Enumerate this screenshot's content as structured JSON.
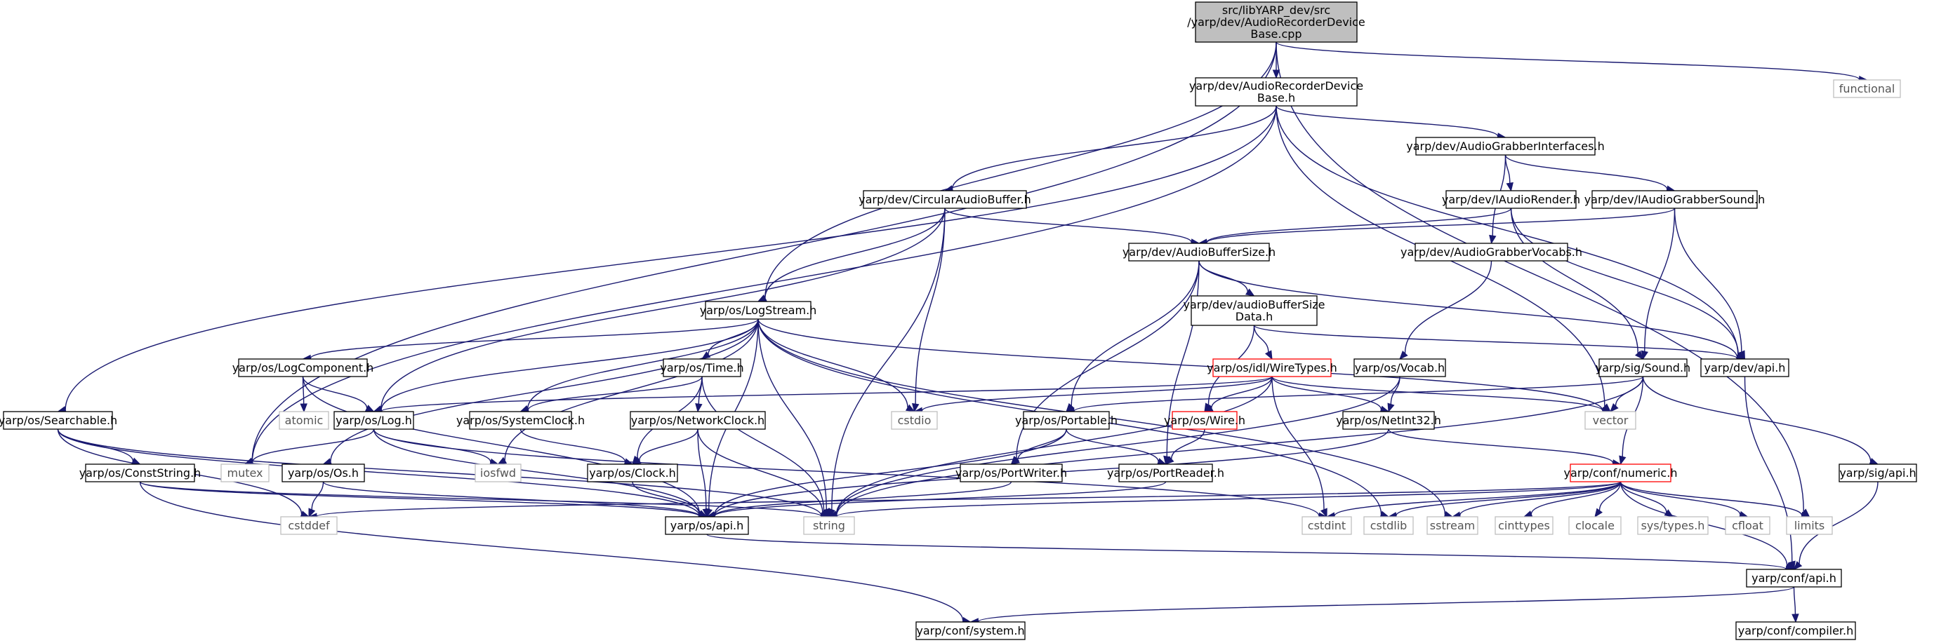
{
  "graph": {
    "title": "src/libYARP_dev/src/yarp/dev/AudioRecorderDeviceBase.cpp include graph",
    "colors": {
      "edge": "#191970",
      "root_fill": "#bfbfbf",
      "node_fill": "#ffffff",
      "node_border": "#000000",
      "external_border": "#bfbfbf",
      "external_text": "#555555",
      "truncated_border": "#ff0000"
    },
    "nodes": [
      {
        "id": "root",
        "lines": [
          "src/libYARP_dev/src",
          "/yarp/dev/AudioRecorderDevice",
          "Base.cpp"
        ],
        "kind": "root"
      },
      {
        "id": "functional",
        "lines": [
          "functional"
        ],
        "kind": "external"
      },
      {
        "id": "ardbh",
        "lines": [
          "yarp/dev/AudioRecorderDevice",
          "Base.h"
        ],
        "kind": "file"
      },
      {
        "id": "agi",
        "lines": [
          "yarp/dev/AudioGrabberInterfaces.h"
        ],
        "kind": "file"
      },
      {
        "id": "cab",
        "lines": [
          "yarp/dev/CircularAudioBuffer.h"
        ],
        "kind": "file"
      },
      {
        "id": "iar",
        "lines": [
          "yarp/dev/IAudioRender.h"
        ],
        "kind": "file"
      },
      {
        "id": "iags",
        "lines": [
          "yarp/dev/IAudioGrabberSound.h"
        ],
        "kind": "file"
      },
      {
        "id": "abs",
        "lines": [
          "yarp/dev/AudioBufferSize.h"
        ],
        "kind": "file"
      },
      {
        "id": "agv",
        "lines": [
          "yarp/dev/AudioGrabberVocabs.h"
        ],
        "kind": "file"
      },
      {
        "id": "logstream",
        "lines": [
          "yarp/os/LogStream.h"
        ],
        "kind": "file"
      },
      {
        "id": "absdata",
        "lines": [
          "yarp/dev/audioBufferSize",
          "Data.h"
        ],
        "kind": "file"
      },
      {
        "id": "devapi",
        "lines": [
          "yarp/dev/api.h"
        ],
        "kind": "file"
      },
      {
        "id": "logcomp",
        "lines": [
          "yarp/os/LogComponent.h"
        ],
        "kind": "file"
      },
      {
        "id": "time",
        "lines": [
          "yarp/os/Time.h"
        ],
        "kind": "file"
      },
      {
        "id": "wiretypes",
        "lines": [
          "yarp/os/idl/WireTypes.h"
        ],
        "kind": "truncated"
      },
      {
        "id": "vocab",
        "lines": [
          "yarp/os/Vocab.h"
        ],
        "kind": "file"
      },
      {
        "id": "sound",
        "lines": [
          "yarp/sig/Sound.h"
        ],
        "kind": "file"
      },
      {
        "id": "searchable",
        "lines": [
          "yarp/os/Searchable.h"
        ],
        "kind": "file"
      },
      {
        "id": "atomic",
        "lines": [
          "atomic"
        ],
        "kind": "external"
      },
      {
        "id": "log",
        "lines": [
          "yarp/os/Log.h"
        ],
        "kind": "file"
      },
      {
        "id": "sysclock",
        "lines": [
          "yarp/os/SystemClock.h"
        ],
        "kind": "file"
      },
      {
        "id": "netclock",
        "lines": [
          "yarp/os/NetworkClock.h"
        ],
        "kind": "file"
      },
      {
        "id": "cstdio",
        "lines": [
          "cstdio"
        ],
        "kind": "external"
      },
      {
        "id": "portable",
        "lines": [
          "yarp/os/Portable.h"
        ],
        "kind": "file"
      },
      {
        "id": "wire",
        "lines": [
          "yarp/os/Wire.h"
        ],
        "kind": "truncated"
      },
      {
        "id": "netint32",
        "lines": [
          "yarp/os/NetInt32.h"
        ],
        "kind": "file"
      },
      {
        "id": "vector",
        "lines": [
          "vector"
        ],
        "kind": "external"
      },
      {
        "id": "conststring",
        "lines": [
          "yarp/os/ConstString.h"
        ],
        "kind": "file"
      },
      {
        "id": "mutex",
        "lines": [
          "mutex"
        ],
        "kind": "external"
      },
      {
        "id": "osos",
        "lines": [
          "yarp/os/Os.h"
        ],
        "kind": "file"
      },
      {
        "id": "iosfwd",
        "lines": [
          "iosfwd"
        ],
        "kind": "external"
      },
      {
        "id": "clock",
        "lines": [
          "yarp/os/Clock.h"
        ],
        "kind": "file"
      },
      {
        "id": "portwriter",
        "lines": [
          "yarp/os/PortWriter.h"
        ],
        "kind": "file"
      },
      {
        "id": "portreader",
        "lines": [
          "yarp/os/PortReader.h"
        ],
        "kind": "file"
      },
      {
        "id": "numeric",
        "lines": [
          "yarp/conf/numeric.h"
        ],
        "kind": "truncated"
      },
      {
        "id": "sigapi",
        "lines": [
          "yarp/sig/api.h"
        ],
        "kind": "file"
      },
      {
        "id": "cstddef",
        "lines": [
          "cstddef"
        ],
        "kind": "external"
      },
      {
        "id": "osapi",
        "lines": [
          "yarp/os/api.h"
        ],
        "kind": "file"
      },
      {
        "id": "string",
        "lines": [
          "string"
        ],
        "kind": "external"
      },
      {
        "id": "cstdint",
        "lines": [
          "cstdint"
        ],
        "kind": "external"
      },
      {
        "id": "cstdlib",
        "lines": [
          "cstdlib"
        ],
        "kind": "external"
      },
      {
        "id": "sstream",
        "lines": [
          "sstream"
        ],
        "kind": "external"
      },
      {
        "id": "cinttypes",
        "lines": [
          "cinttypes"
        ],
        "kind": "external"
      },
      {
        "id": "clocale",
        "lines": [
          "clocale"
        ],
        "kind": "external"
      },
      {
        "id": "systypes",
        "lines": [
          "sys/types.h"
        ],
        "kind": "external"
      },
      {
        "id": "cfloat",
        "lines": [
          "cfloat"
        ],
        "kind": "external"
      },
      {
        "id": "limits",
        "lines": [
          "limits"
        ],
        "kind": "external"
      },
      {
        "id": "confapi",
        "lines": [
          "yarp/conf/api.h"
        ],
        "kind": "file"
      },
      {
        "id": "confsystem",
        "lines": [
          "yarp/conf/system.h"
        ],
        "kind": "file"
      },
      {
        "id": "confcompiler",
        "lines": [
          "yarp/conf/compiler.h"
        ],
        "kind": "file"
      }
    ],
    "edges": [
      [
        "root",
        "ardbh"
      ],
      [
        "root",
        "functional"
      ],
      [
        "root",
        "logstream"
      ],
      [
        "root",
        "mutex"
      ],
      [
        "root",
        "limits"
      ],
      [
        "ardbh",
        "agi"
      ],
      [
        "ardbh",
        "cab"
      ],
      [
        "ardbh",
        "searchable"
      ],
      [
        "ardbh",
        "mutex"
      ],
      [
        "ardbh",
        "vector"
      ],
      [
        "ardbh",
        "devapi"
      ],
      [
        "agi",
        "iar"
      ],
      [
        "agi",
        "iags"
      ],
      [
        "agi",
        "agv"
      ],
      [
        "cab",
        "abs"
      ],
      [
        "cab",
        "logstream"
      ],
      [
        "cab",
        "log"
      ],
      [
        "cab",
        "cstdio"
      ],
      [
        "cab",
        "string"
      ],
      [
        "iar",
        "abs"
      ],
      [
        "iar",
        "sound"
      ],
      [
        "iar",
        "devapi"
      ],
      [
        "iags",
        "abs"
      ],
      [
        "iags",
        "sound"
      ],
      [
        "iags",
        "devapi"
      ],
      [
        "agv",
        "vocab"
      ],
      [
        "abs",
        "absdata"
      ],
      [
        "abs",
        "devapi"
      ],
      [
        "abs",
        "portable"
      ],
      [
        "abs",
        "portwriter"
      ],
      [
        "abs",
        "portreader"
      ],
      [
        "absdata",
        "wiretypes"
      ],
      [
        "absdata",
        "wire"
      ],
      [
        "absdata",
        "devapi"
      ],
      [
        "logstream",
        "logcomp"
      ],
      [
        "logstream",
        "time"
      ],
      [
        "logstream",
        "log"
      ],
      [
        "logstream",
        "sysclock"
      ],
      [
        "logstream",
        "osos"
      ],
      [
        "logstream",
        "iosfwd"
      ],
      [
        "logstream",
        "cstdio"
      ],
      [
        "logstream",
        "vector"
      ],
      [
        "logstream",
        "osapi"
      ],
      [
        "logstream",
        "string"
      ],
      [
        "logstream",
        "cstdlib"
      ],
      [
        "logstream",
        "sstream"
      ],
      [
        "logcomp",
        "atomic"
      ],
      [
        "logcomp",
        "log"
      ],
      [
        "logcomp",
        "osapi"
      ],
      [
        "time",
        "sysclock"
      ],
      [
        "time",
        "netclock"
      ],
      [
        "time",
        "clock"
      ],
      [
        "time",
        "string"
      ],
      [
        "log",
        "mutex"
      ],
      [
        "log",
        "iosfwd"
      ],
      [
        "log",
        "osapi"
      ],
      [
        "log",
        "cstdint"
      ],
      [
        "sysclock",
        "clock"
      ],
      [
        "netclock",
        "clock"
      ],
      [
        "netclock",
        "osapi"
      ],
      [
        "netclock",
        "string"
      ],
      [
        "clock",
        "osapi"
      ],
      [
        "wiretypes",
        "wire"
      ],
      [
        "wiretypes",
        "netint32"
      ],
      [
        "wiretypes",
        "log"
      ],
      [
        "wiretypes",
        "cstdio"
      ],
      [
        "wiretypes",
        "vector"
      ],
      [
        "wiretypes",
        "string"
      ],
      [
        "wiretypes",
        "cstdint"
      ],
      [
        "wire",
        "portreader"
      ],
      [
        "vocab",
        "netint32"
      ],
      [
        "vocab",
        "string"
      ],
      [
        "netint32",
        "numeric"
      ],
      [
        "netint32",
        "osapi"
      ],
      [
        "sound",
        "vector"
      ],
      [
        "sound",
        "portable"
      ],
      [
        "sound",
        "numeric"
      ],
      [
        "sound",
        "sigapi"
      ],
      [
        "sound",
        "string"
      ],
      [
        "sigapi",
        "confapi"
      ],
      [
        "devapi",
        "confapi"
      ],
      [
        "searchable",
        "conststring"
      ],
      [
        "searchable",
        "cstddef"
      ],
      [
        "searchable",
        "osapi"
      ],
      [
        "searchable",
        "string"
      ],
      [
        "conststring",
        "osapi"
      ],
      [
        "conststring",
        "string"
      ],
      [
        "conststring",
        "confsystem"
      ],
      [
        "osos",
        "cstddef"
      ],
      [
        "osos",
        "osapi"
      ],
      [
        "portable",
        "portwriter"
      ],
      [
        "portable",
        "portreader"
      ],
      [
        "portable",
        "osapi"
      ],
      [
        "portwriter",
        "osapi"
      ],
      [
        "portreader",
        "osapi"
      ],
      [
        "numeric",
        "cstddef"
      ],
      [
        "numeric",
        "string"
      ],
      [
        "numeric",
        "cstdint"
      ],
      [
        "numeric",
        "cstdlib"
      ],
      [
        "numeric",
        "sstream"
      ],
      [
        "numeric",
        "cinttypes"
      ],
      [
        "numeric",
        "clocale"
      ],
      [
        "numeric",
        "systypes"
      ],
      [
        "numeric",
        "cfloat"
      ],
      [
        "numeric",
        "limits"
      ],
      [
        "numeric",
        "confapi"
      ],
      [
        "osapi",
        "confapi"
      ],
      [
        "confapi",
        "confsystem"
      ],
      [
        "confapi",
        "confcompiler"
      ]
    ]
  }
}
